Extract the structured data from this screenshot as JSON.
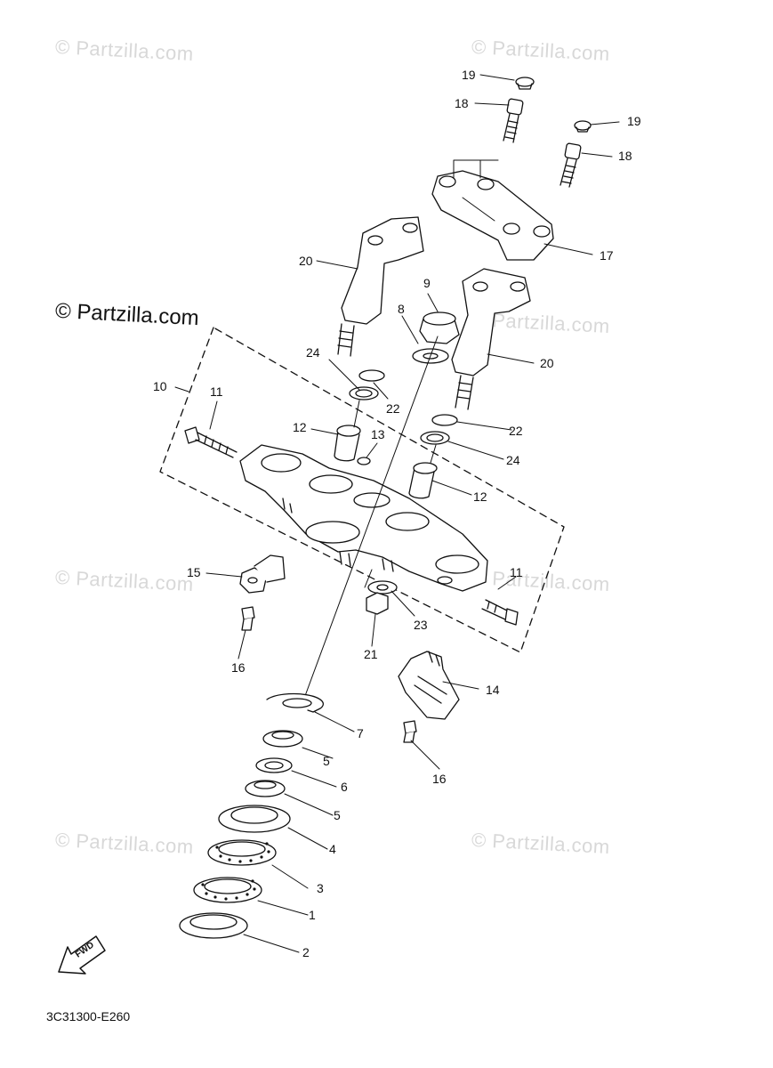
{
  "watermark": {
    "text": "© Partzilla.com",
    "main_text": "© Partzilla.com"
  },
  "callouts": {
    "p1": "1",
    "p2": "2",
    "p3": "3",
    "p4": "4",
    "p5a": "5",
    "p5b": "5",
    "p6": "6",
    "p7": "7",
    "p8": "8",
    "p9": "9",
    "p10": "10",
    "p11a": "11",
    "p11b": "11",
    "p12a": "12",
    "p12b": "12",
    "p13": "13",
    "p14": "14",
    "p15": "15",
    "p16a": "16",
    "p16b": "16",
    "p17": "17",
    "p18a": "18",
    "p18b": "18",
    "p19a": "19",
    "p19b": "19",
    "p20a": "20",
    "p20b": "20",
    "p21": "21",
    "p22a": "22",
    "p22b": "22",
    "p23": "23",
    "p24a": "24",
    "p24b": "24"
  },
  "fwd_label": "FWD",
  "diagram_code": "3C31300-E260"
}
